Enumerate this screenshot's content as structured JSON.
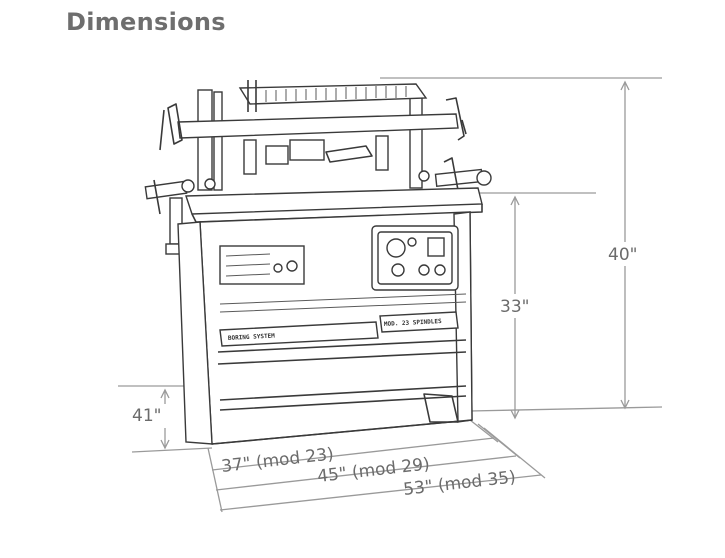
{
  "page": {
    "heading": "Dimensions"
  },
  "dimensions": {
    "height_total": "40\"",
    "height_table": "33\"",
    "depth": "41\"",
    "width_mod23": "37\" (mod 23)",
    "width_mod29": "45\" (mod 29)",
    "width_mod35": "53\" (mod 35)"
  },
  "machine": {
    "plate_left": "BORING SYSTEM",
    "plate_right": "MOD. 23 SPINDLES"
  },
  "colors": {
    "heading": "#6e6e6e",
    "dimension_lines": "#9a9a9a",
    "drawing": "#3a3a3a"
  }
}
